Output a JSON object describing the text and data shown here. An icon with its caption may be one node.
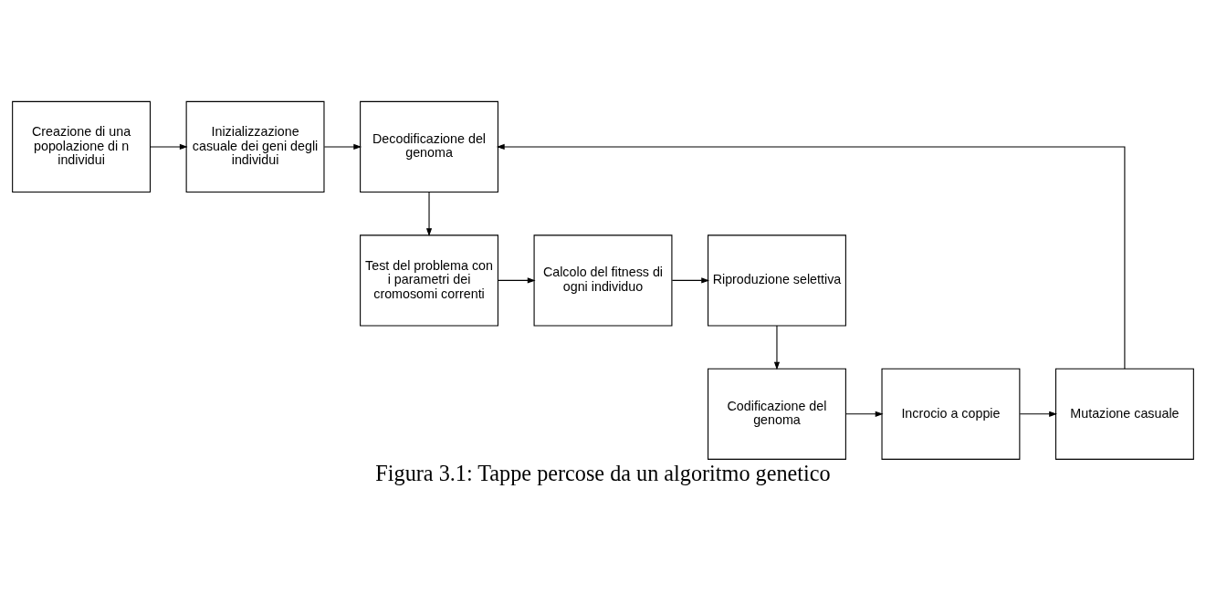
{
  "diagram": {
    "caption": "Figura 3.1: Tappe percose da un algoritmo genetico",
    "nodes": [
      {
        "text": [
          "Creazione di una popolazione di n individui"
        ]
      },
      {
        "text": [
          "Inizializzazione casuale dei geni degli individui"
        ]
      },
      {
        "text": [
          "Decodificazione del genoma"
        ]
      },
      {
        "text": [
          "Test del problema con i parametri dei cromosomi correnti"
        ]
      },
      {
        "text": [
          "Calcolo del fitness di ogni individuo"
        ]
      },
      {
        "text": [
          "Riproduzione selettiva"
        ]
      },
      {
        "text": [
          "Codificazione del genoma"
        ]
      },
      {
        "text": [
          "Incrocio a coppie"
        ]
      },
      {
        "text": [
          "Mutazione casuale"
        ]
      }
    ],
    "edges": [
      {
        "from": 0,
        "to": 1,
        "arrow": "to"
      },
      {
        "from": 1,
        "to": 2,
        "arrow": "to"
      },
      {
        "from": 2,
        "to": 3,
        "arrow": "to"
      },
      {
        "from": 3,
        "to": 4,
        "arrow": "to"
      },
      {
        "from": 4,
        "to": 5,
        "arrow": "to"
      },
      {
        "from": 5,
        "to": 6,
        "arrow": "to"
      },
      {
        "from": 6,
        "to": 7,
        "arrow": "to"
      },
      {
        "from": 7,
        "to": 8,
        "arrow": "to"
      },
      {
        "from": 8,
        "to": 2,
        "arrow": "to"
      }
    ]
  }
}
